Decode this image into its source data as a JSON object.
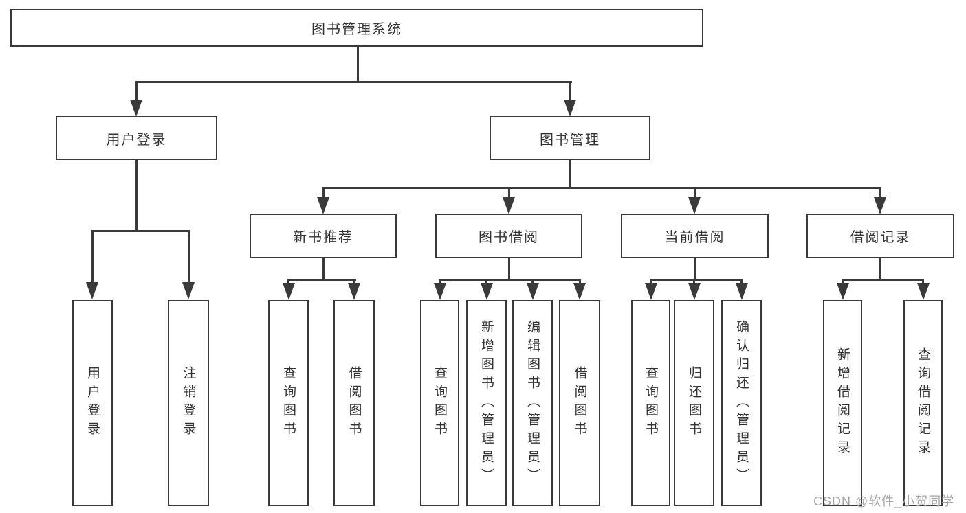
{
  "tree": {
    "label": "图书管理系统",
    "children": [
      {
        "label": "用户登录",
        "children": [
          {
            "label": "用户登录"
          },
          {
            "label": "注销登录"
          }
        ]
      },
      {
        "label": "图书管理",
        "children": [
          {
            "label": "新书推荐",
            "children": [
              {
                "label": "查询图书"
              },
              {
                "label": "借阅图书"
              }
            ]
          },
          {
            "label": "图书借阅",
            "children": [
              {
                "label": "查询图书"
              },
              {
                "label": "新增图书（管理员）"
              },
              {
                "label": "编辑图书（管理员）"
              },
              {
                "label": "借阅图书"
              }
            ]
          },
          {
            "label": "当前借阅",
            "children": [
              {
                "label": "查询图书"
              },
              {
                "label": "归还图书"
              },
              {
                "label": "确认归还（管理员）"
              }
            ]
          },
          {
            "label": "借阅记录",
            "children": [
              {
                "label": "新增借阅记录"
              },
              {
                "label": "查询借阅记录"
              }
            ]
          }
        ]
      }
    ]
  },
  "watermark": {
    "text": "CSDN @软件_小贺同学"
  },
  "colors": {
    "line": "#3a3a3a",
    "text": "#333333",
    "watermark": "#a6a6a6",
    "background": "#ffffff"
  }
}
